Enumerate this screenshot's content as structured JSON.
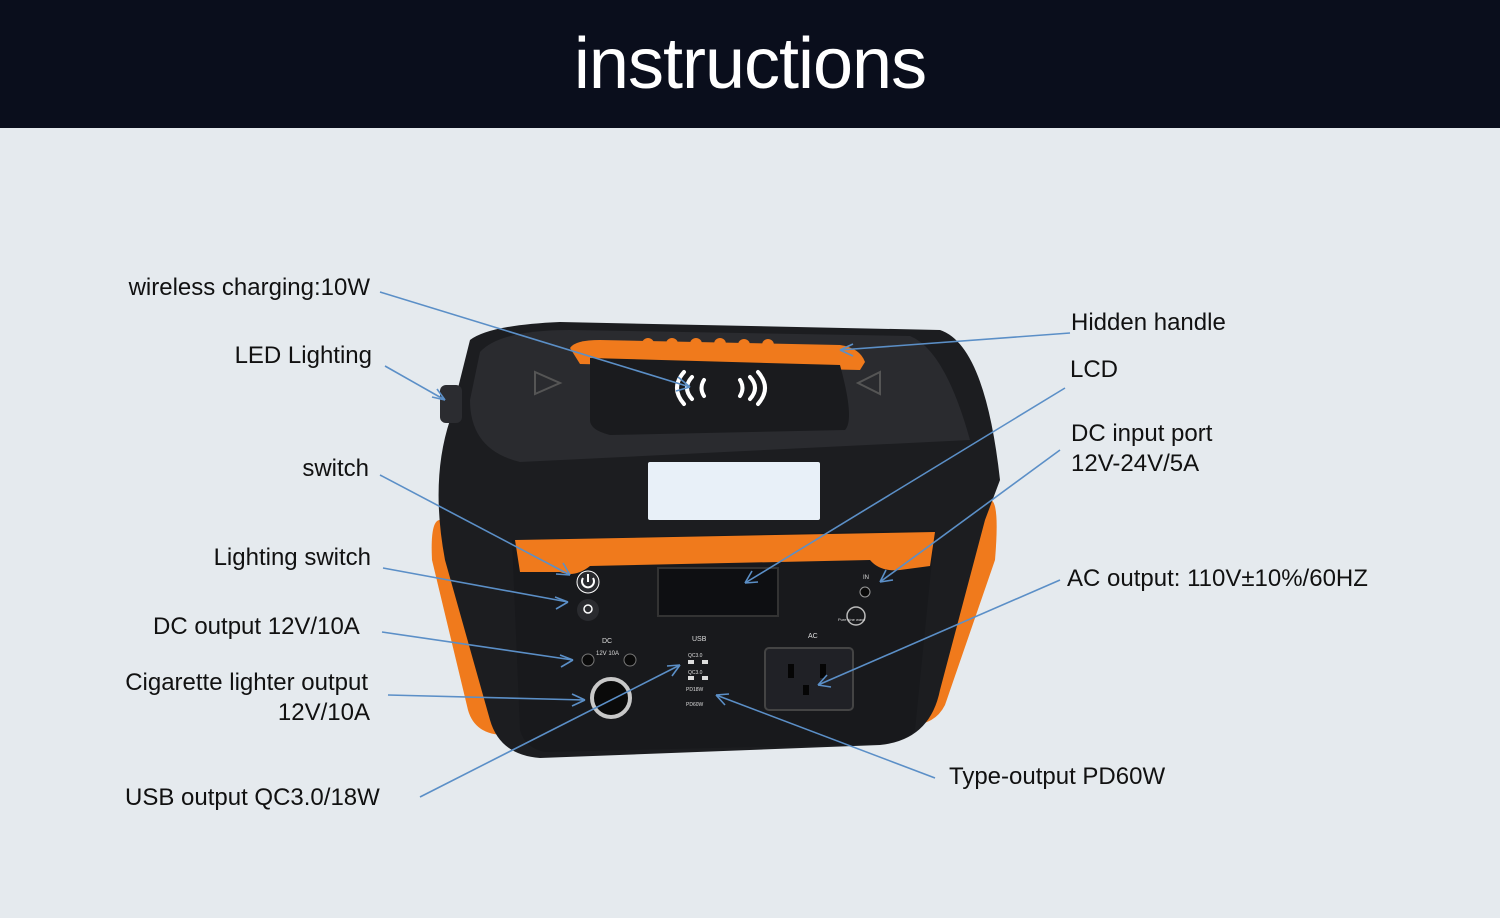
{
  "title": "instructions",
  "labels": {
    "wireless": "wireless charging:10W",
    "led": "LED Lighting",
    "switch": "switch",
    "lighting_switch": "Lighting switch",
    "dc_output": "DC output 12V/10A",
    "cig_line1": "Cigarette lighter output",
    "cig_line2": "12V/10A",
    "usb": "USB output QC3.0/18W",
    "handle": "Hidden handle",
    "lcd": "LCD",
    "dc_input_line1": "DC input port",
    "dc_input_line2": "12V-24V/5A",
    "ac_output": "AC output: 110V±10%/60HZ",
    "type_output": "Type-output PD60W"
  },
  "device_text": {
    "dc": "DC",
    "dc_rating": "12V 10A",
    "usb": "USB",
    "qc1": "QC3.0",
    "qc2": "QC3.0",
    "pd1": "PD18W",
    "pd2": "PD60W",
    "ac": "AC",
    "in": "IN",
    "brand": "Pure sine wave"
  },
  "colors": {
    "header_bg": "#0a0e1c",
    "background": "#e5eaee",
    "leader_line": "#5b8fc7",
    "device_body": "#1c1d20",
    "device_orange": "#f07a1c"
  }
}
